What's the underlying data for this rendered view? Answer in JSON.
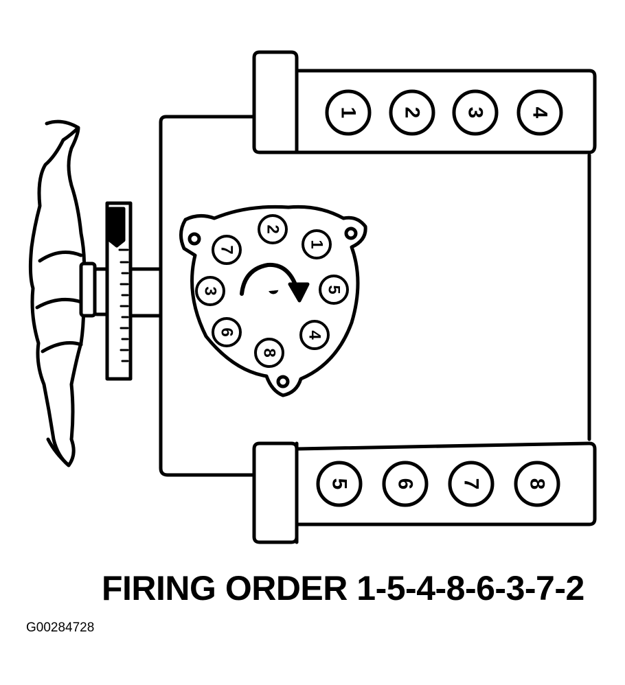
{
  "bank_front": {
    "cylinders": [
      "1",
      "2",
      "3",
      "4"
    ]
  },
  "bank_rear": {
    "cylinders": [
      "5",
      "6",
      "7",
      "8"
    ]
  },
  "distributor": {
    "terminals": [
      "2",
      "1",
      "5",
      "4",
      "8",
      "6",
      "3",
      "7"
    ],
    "rotation": "clockwise"
  },
  "caption": "FIRING ORDER 1-5-4-8-6-3-7-2",
  "figure_id": "G00284728"
}
